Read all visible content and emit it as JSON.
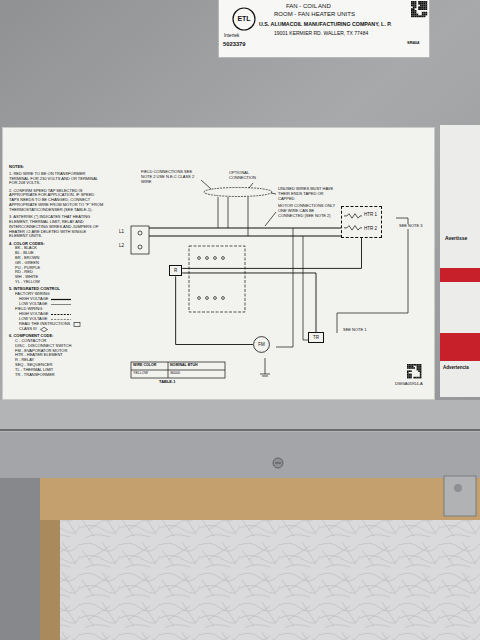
{
  "diagram": {
    "nodes": [
      {
        "text": [
          "HTR 1",
          "HTR 2"
        ]
      },
      {
        "text": [
          "R"
        ]
      },
      {
        "text": [
          "FM"
        ]
      },
      {
        "text": [
          "TR"
        ]
      }
    ],
    "edges": [
      {
        "from": 1,
        "to": 0,
        "arrow": "none"
      },
      {
        "from": 1,
        "to": 2,
        "arrow": "none"
      },
      {
        "from": 1,
        "to": 3,
        "arrow": "none"
      }
    ],
    "labels": [
      "FAN - COIL AND",
      "ROOM - FAN HEATER UNITS",
      "U.S. ALUMACOIL MANUFACTURING COMPANY, L. P.",
      "19001 KERMIER RD. WALLER, TX 77484",
      "SR404",
      "Intertek",
      "5023379",
      "ETL",
      "NOTES:",
      "1. RED WIRE TO BE ON TRANSFORMER TERMINAL FOR 230 VOLTS AND OR TERMINAL FOR 208 VOLTS.",
      "2. CONFIRM SPEED TAP SELECTED IS APPROPRIATE FOR APPLICATION. IF SPEED TAPS NEEDS TO BE CHANGED, CONNECT APPROPRIATE WIRE FROM MOTOR TO \"F\" FROM THERMOSTAT/CONDENSER (SEE TABLE-1).",
      "3. ASTERISK (*) INDICATES THAT HEATING ELEMENT, THERMAL LIMIT, RELAY AND INTERCONNECTING WIRES AND JUMPERS OF HEATER #2 ARE DELETED WITH SINGLE ELEMENT UNITS.",
      "4. COLOR CODES:",
      "BK - BLACK",
      "BL - BLUE",
      "BR - BROWN",
      "GR - GREEN",
      "PU - PURPLE",
      "RD - RED",
      "WH - WHITE",
      "YL - YELLOW",
      "5. INTEGRATED CONTROL",
      "FACTORY WIRING",
      "HIGH VOLTAGE",
      "LOW VOLTAGE",
      "FIELD WIRING",
      "HIGH VOLTAGE",
      "LOW VOLTAGE",
      "READ THE INSTRUCTIONS",
      "CLASS III",
      "6. COMPONENT CODE:",
      "C - CONTACTOR",
      "DISC - DISCONNECT SWITCH",
      "FM - EVAPORATOR MOTOR",
      "HTR - HEATER ELEMENT",
      "R - RELAY",
      "SEQ - SEQUENCER",
      "TL - THERMAL LIMIT",
      "TR - TRANSFORMER",
      "OPTIONAL CONNECTION",
      "FIELD CONNECTIONS SEE NOTE 2 USE N.E.C CLASS 2 WIRE",
      "UNUSED WIRES MUST HAVE THEIR ENDS TAPED OR CAPPED",
      "MOTOR CONNECTIONS ONLY ONE WIRE CAN BE CONNECTED (SEE NOTE 2)",
      "SEE NOTE 3",
      "SEE NOTE 1",
      "WIRE COLOR",
      "NOMINAL BTUH",
      "YELLOW",
      "36000",
      "TABLE-1",
      "DWGA05914-A",
      "L1",
      "L2",
      "Avertisse",
      "Advertencia"
    ]
  }
}
